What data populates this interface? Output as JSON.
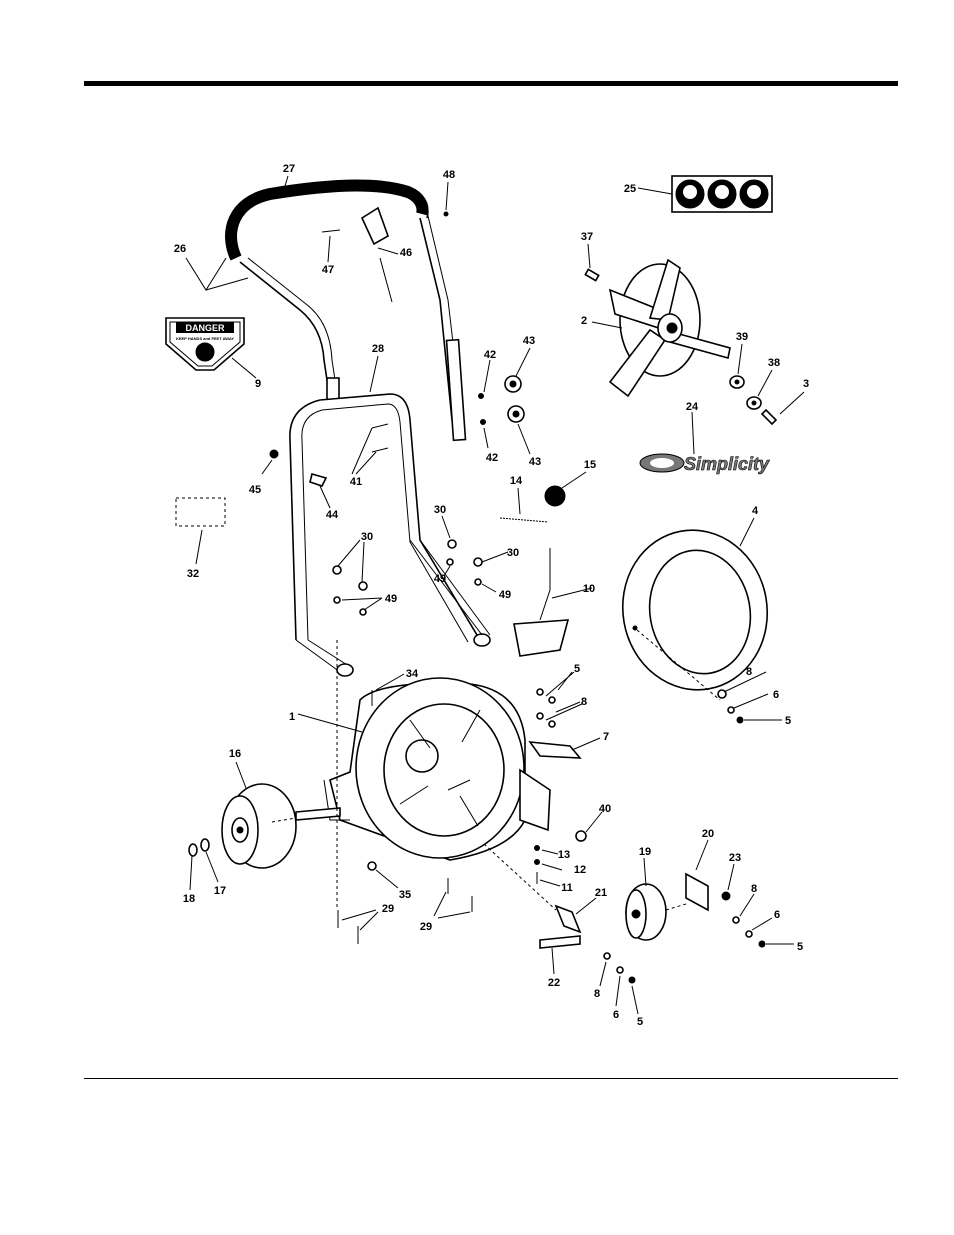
{
  "decals": {
    "danger_title": "DANGER",
    "danger_subtitle": "KEEP HANDS and FEET AWAY",
    "brand_logo": "Simplicity"
  },
  "callouts": [
    {
      "id": "c27",
      "label": "27"
    },
    {
      "id": "c48",
      "label": "48"
    },
    {
      "id": "c25",
      "label": "25"
    },
    {
      "id": "c26",
      "label": "26"
    },
    {
      "id": "c47",
      "label": "47"
    },
    {
      "id": "c46",
      "label": "46"
    },
    {
      "id": "c37",
      "label": "37"
    },
    {
      "id": "c2",
      "label": "2"
    },
    {
      "id": "c9",
      "label": "9"
    },
    {
      "id": "c28",
      "label": "28"
    },
    {
      "id": "c42a",
      "label": "42"
    },
    {
      "id": "c43a",
      "label": "43"
    },
    {
      "id": "c39",
      "label": "39"
    },
    {
      "id": "c38",
      "label": "38"
    },
    {
      "id": "c3",
      "label": "3"
    },
    {
      "id": "c24",
      "label": "24"
    },
    {
      "id": "c42b",
      "label": "42"
    },
    {
      "id": "c43b",
      "label": "43"
    },
    {
      "id": "c45",
      "label": "45"
    },
    {
      "id": "c41",
      "label": "41"
    },
    {
      "id": "c44",
      "label": "44"
    },
    {
      "id": "c15",
      "label": "15"
    },
    {
      "id": "c14",
      "label": "14"
    },
    {
      "id": "c30a",
      "label": "30"
    },
    {
      "id": "c4",
      "label": "4"
    },
    {
      "id": "c32",
      "label": "32"
    },
    {
      "id": "c30b",
      "label": "30"
    },
    {
      "id": "c30c",
      "label": "30"
    },
    {
      "id": "c49a",
      "label": "49"
    },
    {
      "id": "c49b",
      "label": "49"
    },
    {
      "id": "c49c",
      "label": "49"
    },
    {
      "id": "c10",
      "label": "10"
    },
    {
      "id": "c34",
      "label": "34"
    },
    {
      "id": "c5a",
      "label": "5"
    },
    {
      "id": "c8a",
      "label": "8"
    },
    {
      "id": "c8b",
      "label": "8"
    },
    {
      "id": "c6a",
      "label": "6"
    },
    {
      "id": "c5b",
      "label": "5"
    },
    {
      "id": "c1",
      "label": "1"
    },
    {
      "id": "c7",
      "label": "7"
    },
    {
      "id": "c16",
      "label": "16"
    },
    {
      "id": "c40",
      "label": "40"
    },
    {
      "id": "c13",
      "label": "13"
    },
    {
      "id": "c12",
      "label": "12"
    },
    {
      "id": "c11",
      "label": "11"
    },
    {
      "id": "c20",
      "label": "20"
    },
    {
      "id": "c19",
      "label": "19"
    },
    {
      "id": "c23",
      "label": "23"
    },
    {
      "id": "c21",
      "label": "21"
    },
    {
      "id": "c18",
      "label": "18"
    },
    {
      "id": "c17",
      "label": "17"
    },
    {
      "id": "c35",
      "label": "35"
    },
    {
      "id": "c8c",
      "label": "8"
    },
    {
      "id": "c6b",
      "label": "6"
    },
    {
      "id": "c5c",
      "label": "5"
    },
    {
      "id": "c29a",
      "label": "29"
    },
    {
      "id": "c29b",
      "label": "29"
    },
    {
      "id": "c22",
      "label": "22"
    },
    {
      "id": "c8d",
      "label": "8"
    },
    {
      "id": "c6c",
      "label": "6"
    },
    {
      "id": "c5d",
      "label": "5"
    }
  ]
}
